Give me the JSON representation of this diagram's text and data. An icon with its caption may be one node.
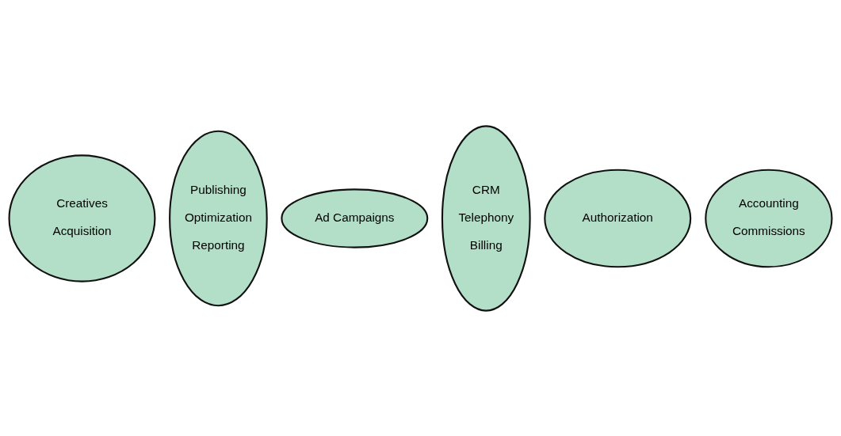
{
  "diagram": {
    "nodes": [
      {
        "text": [
          "Creatives",
          "Acquisition"
        ]
      },
      {
        "text": [
          "Publishing",
          "Optimization",
          "Reporting"
        ]
      },
      {
        "text": [
          "Ad Campaigns"
        ]
      },
      {
        "text": [
          "CRM",
          "Telephony",
          "Billing"
        ]
      },
      {
        "text": [
          "Authorization"
        ]
      },
      {
        "text": [
          "Accounting",
          "Commissions"
        ]
      }
    ]
  }
}
